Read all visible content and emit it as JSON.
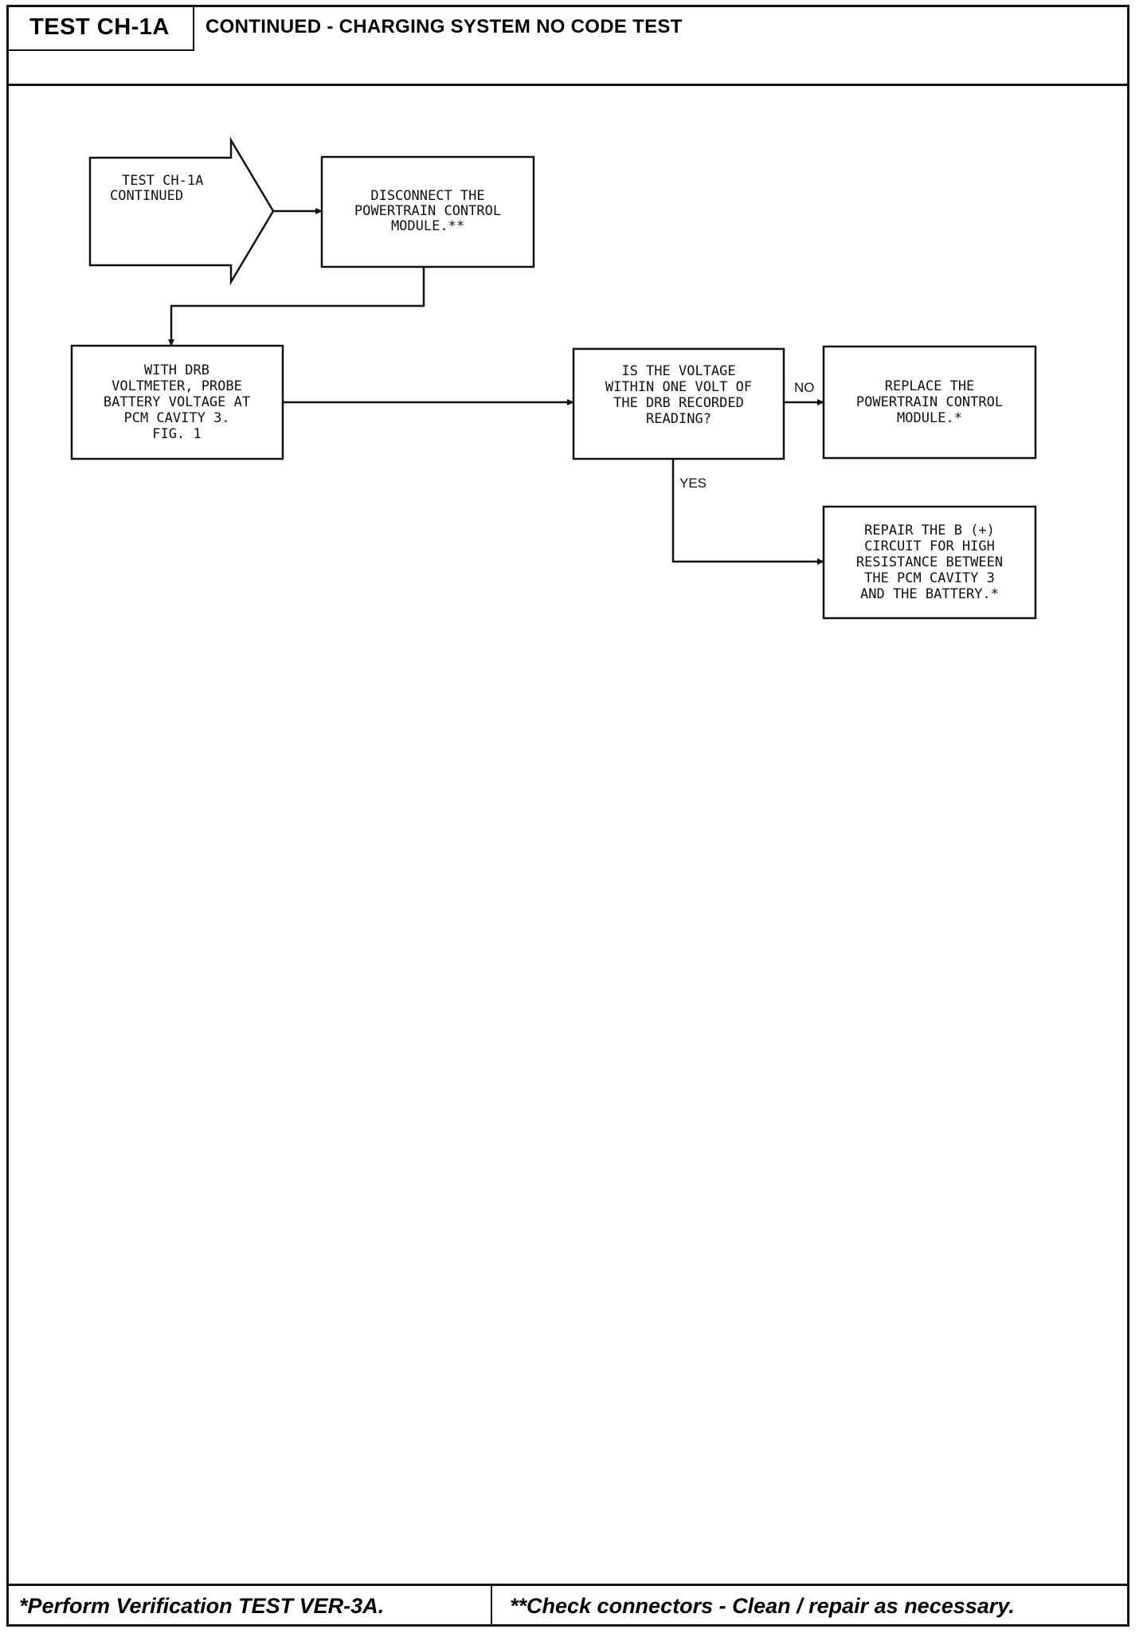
{
  "header": {
    "test_id": "TEST CH-1A",
    "title": "CONTINUED - CHARGING SYSTEM NO CODE TEST"
  },
  "flowchart": {
    "start": [
      "TEST CH-1A",
      "CONTINUED"
    ],
    "disconnect": [
      "DISCONNECT THE",
      "POWERTRAIN CONTROL",
      "MODULE.**"
    ],
    "probe": [
      "WITH DRB",
      "VOLTMETER, PROBE",
      "BATTERY VOLTAGE AT",
      "PCM CAVITY 3.",
      "FIG. 1"
    ],
    "question": [
      "IS THE VOLTAGE",
      "WITHIN ONE VOLT OF",
      "THE DRB RECORDED",
      "READING?"
    ],
    "no_label": "NO",
    "yes_label": "YES",
    "replace": [
      "REPLACE THE",
      "POWERTRAIN CONTROL",
      "MODULE.*"
    ],
    "repair": [
      "REPAIR THE B (+)",
      "CIRCUIT FOR HIGH",
      "RESISTANCE BETWEEN",
      "THE PCM CAVITY 3",
      "AND THE BATTERY.*"
    ]
  },
  "footer": {
    "left_note": "*Perform Verification TEST VER-3A.",
    "right_note": "**Check connectors - Clean / repair as necessary."
  }
}
